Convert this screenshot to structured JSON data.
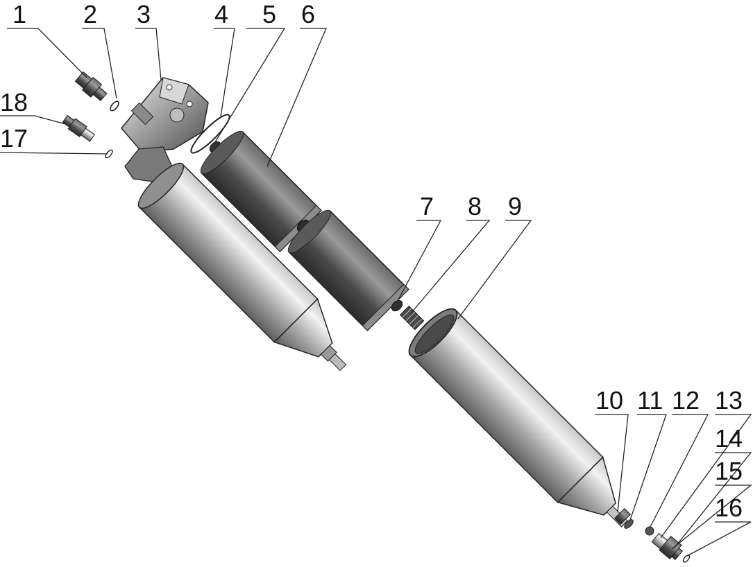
{
  "diagram": {
    "type": "exploded-assembly",
    "colors": {
      "metal_light": "#e4e4e4",
      "metal_mid": "#a8a8a8",
      "metal_dark": "#555555",
      "element_dark": "#3a3a3a",
      "line": "#222222"
    },
    "callouts": [
      {
        "id": "1",
        "label": "1"
      },
      {
        "id": "2",
        "label": "2"
      },
      {
        "id": "3",
        "label": "3"
      },
      {
        "id": "4",
        "label": "4"
      },
      {
        "id": "5",
        "label": "5"
      },
      {
        "id": "6",
        "label": "6"
      },
      {
        "id": "7",
        "label": "7"
      },
      {
        "id": "8",
        "label": "8"
      },
      {
        "id": "9",
        "label": "9"
      },
      {
        "id": "10",
        "label": "10"
      },
      {
        "id": "11",
        "label": "11"
      },
      {
        "id": "12",
        "label": "12"
      },
      {
        "id": "13",
        "label": "13"
      },
      {
        "id": "14",
        "label": "14"
      },
      {
        "id": "15",
        "label": "15"
      },
      {
        "id": "16",
        "label": "16"
      },
      {
        "id": "17",
        "label": "17"
      },
      {
        "id": "18",
        "label": "18"
      }
    ]
  }
}
